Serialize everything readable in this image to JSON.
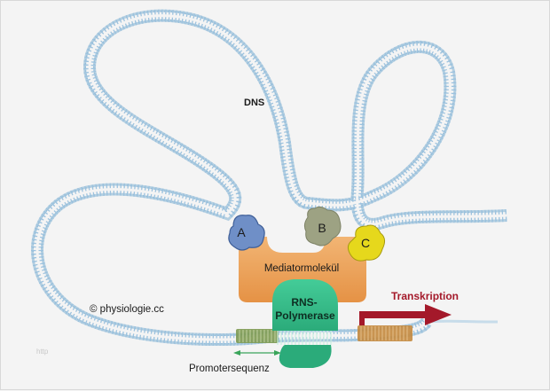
{
  "labels": {
    "dna": "DNS",
    "protein_a": "A",
    "protein_b": "B",
    "protein_c": "C",
    "mediator": "Mediatormolekül",
    "polymerase_line1": "RNS-",
    "polymerase_line2": "Polymerase",
    "transcription": "Transkription",
    "promoter": "Promotersequenz",
    "copyright": "© physiologie.cc",
    "watermark": "http"
  },
  "colors": {
    "dna_strand": "#8db6d4",
    "dna_rungs": "#9fc3dd",
    "protein_a": "#6f8fc7",
    "protein_b": "#9da283",
    "protein_c": "#e6d81c",
    "mediator": "#eea75e",
    "polymerase": "#3bbf8e",
    "promoter_segment": "#7e9a52",
    "transcribed_segment": "#c48a3f",
    "transcription_arrow": "#a4192a",
    "promoter_arrow": "#3aa55a"
  }
}
